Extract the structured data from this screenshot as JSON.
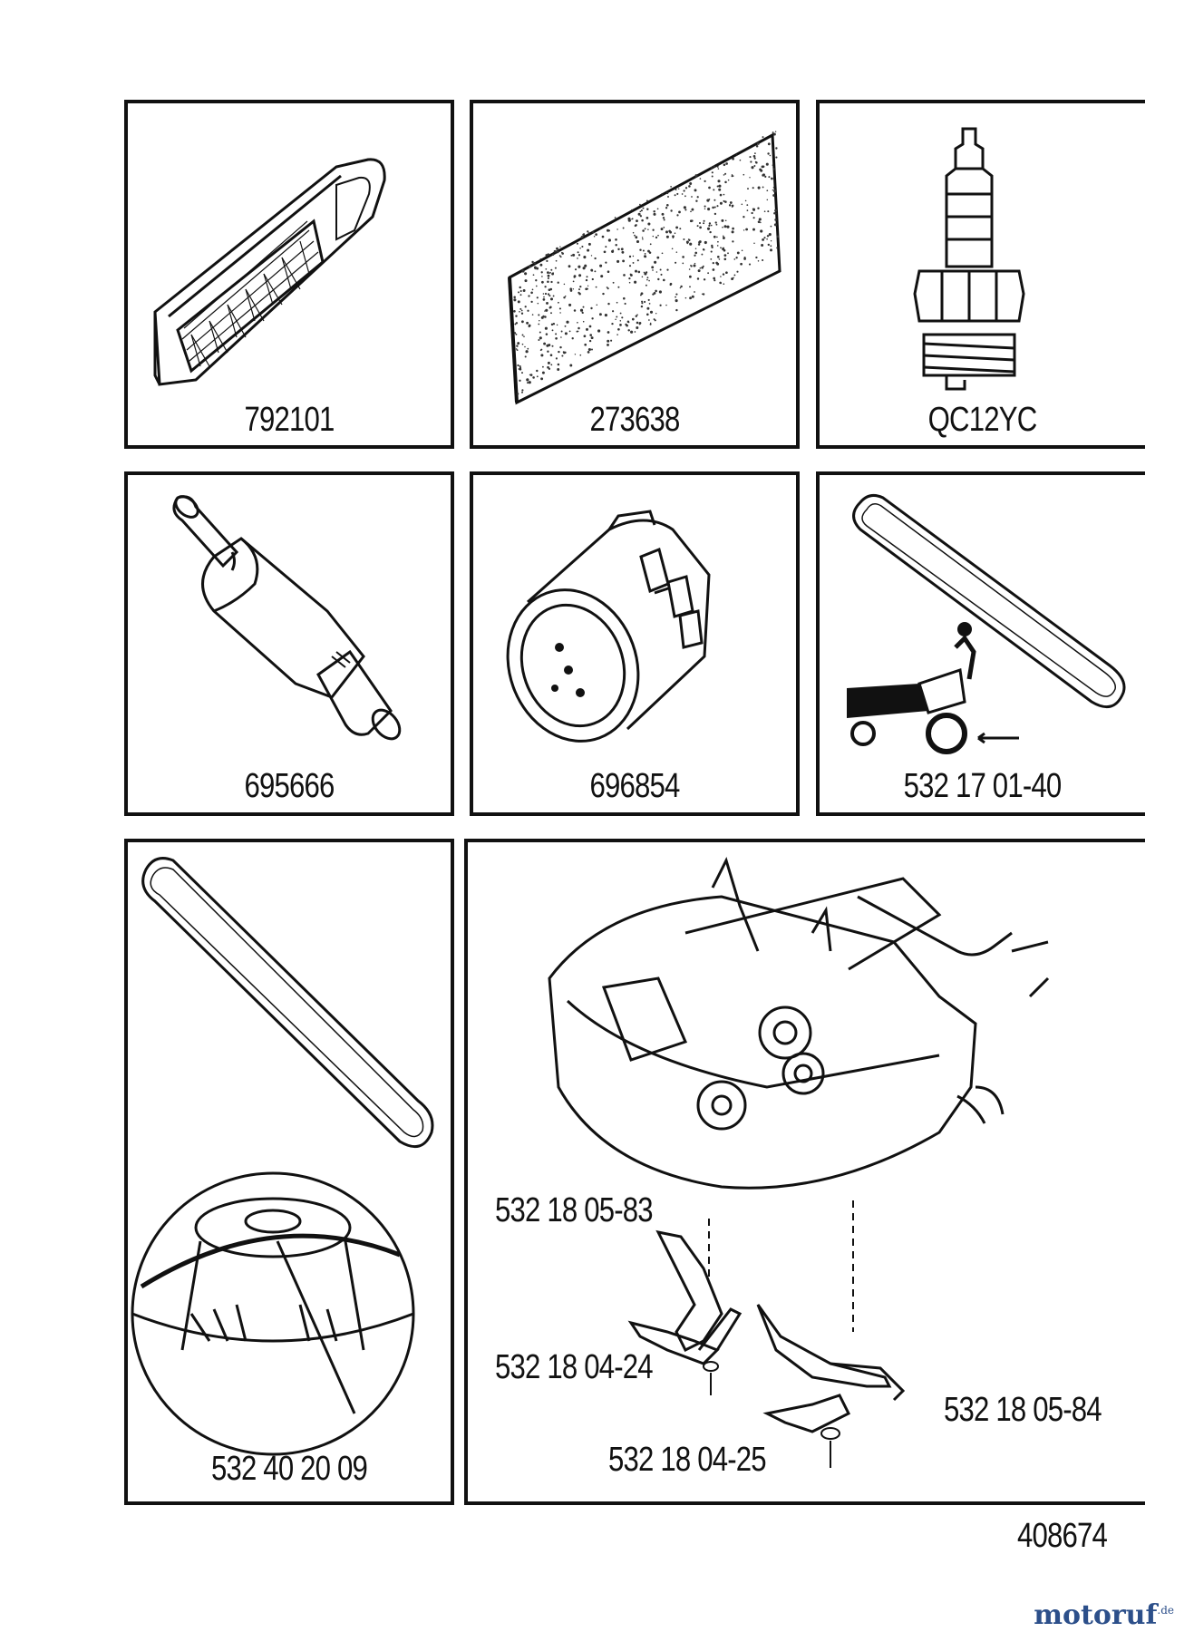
{
  "panels": {
    "air_filter": {
      "part_number": "792101",
      "icon": "air-filter-icon"
    },
    "pre_filter": {
      "part_number": "273638",
      "icon": "foam-pre-filter-icon"
    },
    "spark_plug": {
      "part_number": "QC12YC",
      "icon": "spark-plug-icon"
    },
    "fuel_filter": {
      "part_number": "695666",
      "icon": "fuel-filter-icon"
    },
    "oil_filter": {
      "part_number": "696854",
      "icon": "oil-filter-icon"
    },
    "drive_belt": {
      "part_number": "532 17 01-40",
      "icon": "drive-belt-icon"
    },
    "deck_belt_pulley": {
      "part_number": "532 40 20 09",
      "icon": "belt-and-pulley-icon"
    },
    "mower_deck": {
      "icon": "mower-deck-icon",
      "callouts": [
        "532 18 05-83",
        "532 18 04-24",
        "532 18 05-84",
        "532 18 04-25"
      ]
    }
  },
  "drawing_number": "408674",
  "watermark": {
    "brand": "motoruf",
    "tld": ".de"
  }
}
